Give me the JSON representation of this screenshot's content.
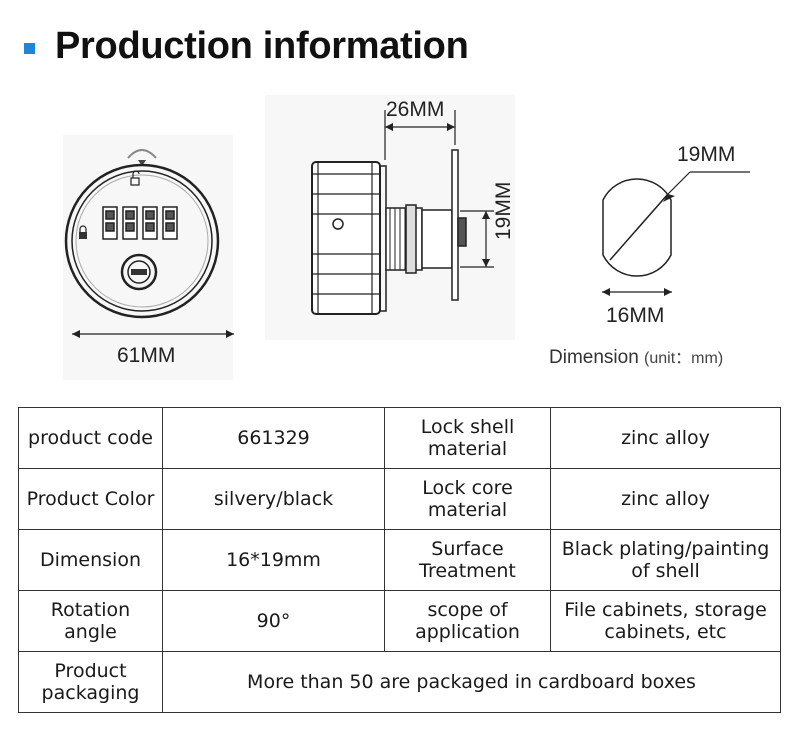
{
  "heading": {
    "title": "Production information"
  },
  "dimensions": {
    "width_61": "61MM",
    "depth_26": "26MM",
    "height_19_side": "19MM",
    "diag_19": "19MM",
    "width_16": "16MM",
    "caption": "Dimension",
    "caption_unit": "(unit：mm)"
  },
  "spec_table": {
    "rows": [
      {
        "label1": "product code",
        "value1": "661329",
        "label2": "Lock shell material",
        "value2": "zinc alloy"
      },
      {
        "label1": "Product Color",
        "value1": "silvery/black",
        "label2": "Lock core material",
        "value2": "zinc alloy"
      },
      {
        "label1": "Dimension",
        "value1": "16*19mm",
        "label2": "Surface Treatment",
        "value2": "Black plating/painting of shell"
      },
      {
        "label1": "Rotation angle",
        "value1": "90°",
        "label2": "scope of application",
        "value2": "File cabinets, storage cabinets, etc"
      }
    ],
    "packaging": {
      "label": "Product packaging",
      "value": "More than 50 are packaged in cardboard boxes"
    }
  }
}
